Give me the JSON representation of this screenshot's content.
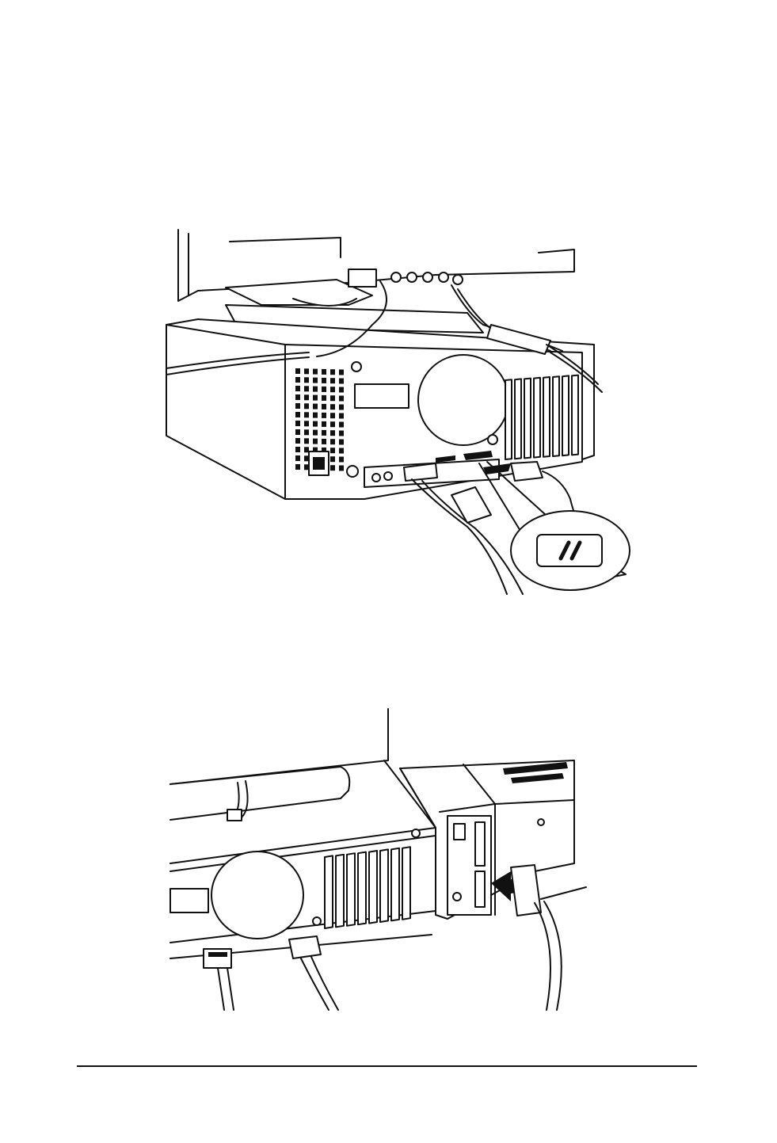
{
  "page": {
    "figures": [
      {
        "id": "monitor-cable-connection",
        "icon": "monitor-and-system-unit-rear-illustration"
      },
      {
        "id": "printer-cable-connection",
        "icon": "printer-connection-illustration"
      }
    ],
    "footer": {
      "rule": true
    }
  }
}
